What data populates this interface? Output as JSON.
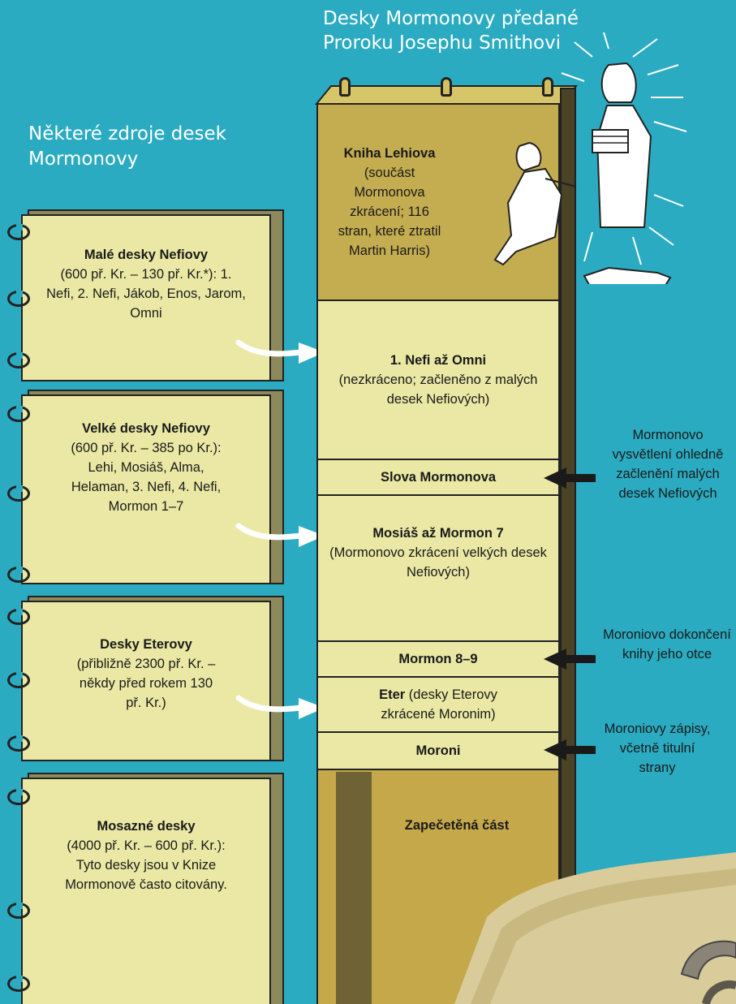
{
  "headings": {
    "plates_given": "Desky Mormonovy předané Proroku Josephu Smithovi",
    "sources": "Některé zdroje desek Mormonovy"
  },
  "source_plates": [
    {
      "title": "Malé desky Nefiovy",
      "desc": "(600 př. Kr. – 130 př. Kr.*): 1. Nefi, 2. Nefi, Jákob, Enos, Jarom, Omni"
    },
    {
      "title": "Velké desky Nefiovy",
      "desc": "(600 př. Kr. – 385 po Kr.): Lehi, Mosiáš, Alma, Helaman, 3. Nefi, 4. Nefi, Mormon 1–7"
    },
    {
      "title": "Desky Eterovy",
      "desc": "(přibližně 2300 př. Kr. – někdy před rokem 130 př. Kr.)"
    },
    {
      "title": "Mosazné desky",
      "desc": "(4000 př. Kr. – 600 př. Kr.): Tyto desky jsou v Knize Mormonově často citovány."
    }
  ],
  "sections": [
    {
      "title": "Kniha Lehiova",
      "desc": "(součást Mormonova zkrácení; 116 stran, které ztratil Martin Harris)"
    },
    {
      "title": "1. Nefi až Omni",
      "desc": "(nezkráceno; začleněno z malých desek Nefiových)"
    },
    {
      "title": "Slova Mormonova",
      "desc": ""
    },
    {
      "title": "Mosiáš až Mormon 7",
      "desc": "(Mormonovo zkrácení velkých desek Nefiových)"
    },
    {
      "title": "Mormon 8–9",
      "desc": ""
    },
    {
      "title": "Eter",
      "desc": " (desky Eterovy zkrácené Moronim)"
    },
    {
      "title": "Moroni",
      "desc": ""
    },
    {
      "title": "Zapečetěná část",
      "desc": ""
    }
  ],
  "notes": [
    "Mormonovo vysvětlení ohledně začlenění malých desek Nefiových",
    "Moroniovo dokončení knihy jeho otce",
    "Moroniovy zápisy, včetně titulní strany"
  ],
  "colors": {
    "background": "#2aabc1",
    "plate_light": "#eae8a4",
    "plate_dark": "#c4ac50",
    "outline": "#222222"
  }
}
